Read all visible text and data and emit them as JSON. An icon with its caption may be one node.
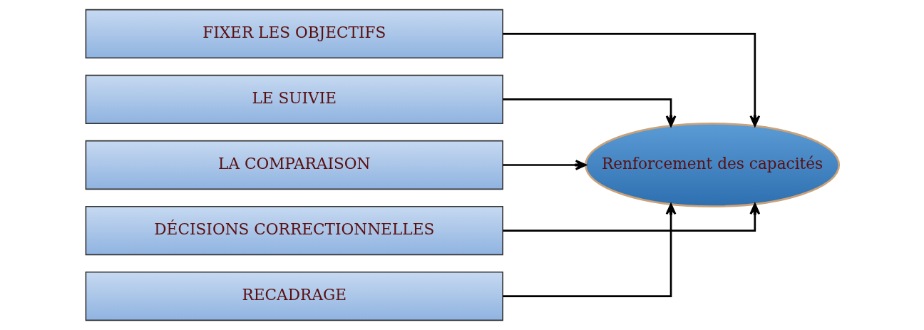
{
  "diagram": {
    "nodes": [
      {
        "text": [
          "FIXER LES OBJECTIFS"
        ]
      },
      {
        "text": [
          "Renforcement des capacités"
        ]
      },
      {
        "text": [
          "LE SUIVIE"
        ]
      },
      {
        "text": [
          "LA COMPARAISON"
        ]
      },
      {
        "text": [
          "DÉCISIONS CORRECTIONNELLES"
        ]
      },
      {
        "text": [
          "RECADRAGE"
        ]
      }
    ],
    "edges": [
      {
        "from": 0,
        "to": 1,
        "arrow": "to"
      },
      {
        "from": 2,
        "to": 1,
        "arrow": "to"
      },
      {
        "from": 3,
        "to": 1,
        "arrow": "to"
      },
      {
        "from": 4,
        "to": 1,
        "arrow": "to"
      },
      {
        "from": 5,
        "to": 1,
        "arrow": "to"
      }
    ]
  }
}
